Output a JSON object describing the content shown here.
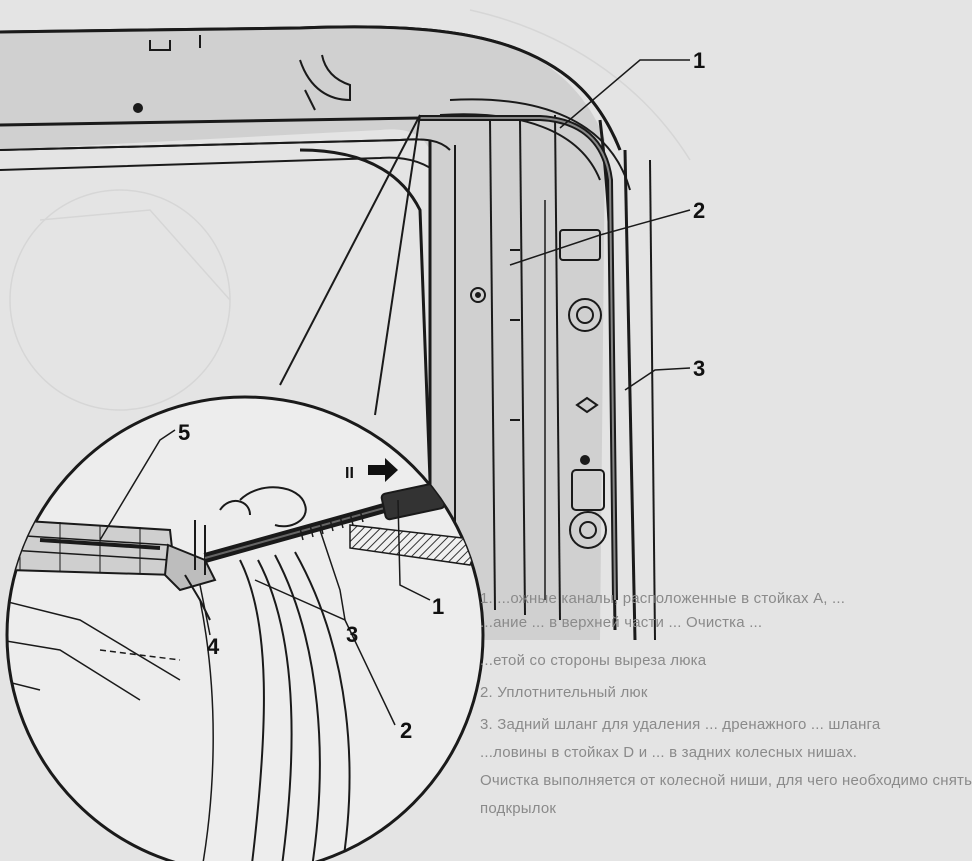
{
  "callouts": [
    {
      "id": "1",
      "label": "1"
    },
    {
      "id": "2",
      "label": "2"
    },
    {
      "id": "3",
      "label": "3"
    },
    {
      "id": "1-detail",
      "label": "1"
    },
    {
      "id": "2-detail",
      "label": "2"
    },
    {
      "id": "3-detail",
      "label": "3"
    },
    {
      "id": "4-detail",
      "label": "4"
    },
    {
      "id": "5-detail",
      "label": "5"
    }
  ],
  "direction_marker": "II",
  "caption_lines": [
    "1. ...ожные каналы, расположенные в стойках А, ...",
    "...ание ... в верхней части ... Очистка ... ",
    "...етой со стороны выреза люка",
    "2. Уплотнительный люк",
    "3. Задний шланг для удаления ... дренажного ... шланга",
    "...ловины в стойках D и ... в задних колесных нишах.",
    "Очистка выполняется от колесной ниши, для чего необходимо снять",
    "подкрылок"
  ],
  "colors": {
    "line": "#1a1a1a",
    "background": "#e4e4e4",
    "hatch": "#333333",
    "caption": "#8a8a8a"
  }
}
